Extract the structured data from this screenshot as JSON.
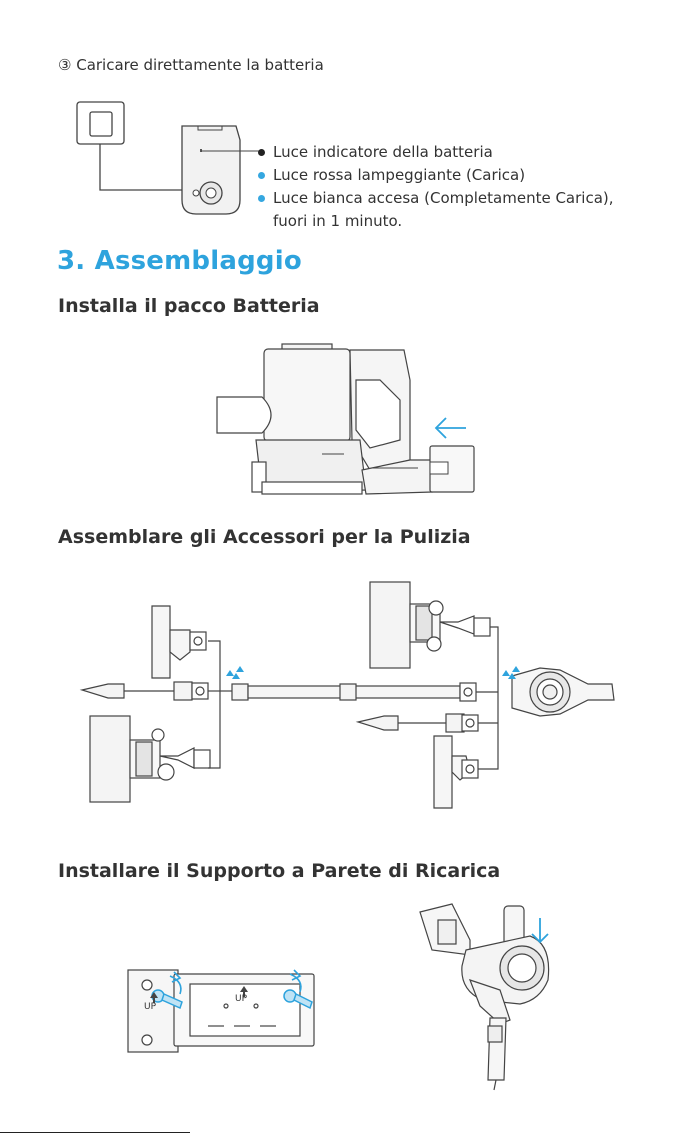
{
  "charging": {
    "step_title": "③ Caricare direttamente la batteria",
    "indicators": [
      {
        "label": "Luce indicatore della batteria",
        "color": "#222222"
      },
      {
        "label": "Luce rossa lampeggiante (Carica)",
        "color": "#35a7e0"
      },
      {
        "label": "Luce bianca accesa (Completamente Carica),",
        "color": "#35a7e0"
      }
    ],
    "indicator_continuation": "fuori in 1 minuto."
  },
  "section": {
    "title": "3. Assemblaggio"
  },
  "subsections": {
    "battery": "Installa il pacco Batteria",
    "accessories": "Assemblare gli Accessori per la Pulizia",
    "wall_mount": "Installare il Supporto a Parete di Ricarica"
  },
  "mount_labels": {
    "up_left": "UP",
    "up_center": "UP"
  },
  "colors": {
    "accent": "#2ea3dd",
    "text": "#333333",
    "line": "#444444",
    "fill": "#f4f4f4"
  }
}
